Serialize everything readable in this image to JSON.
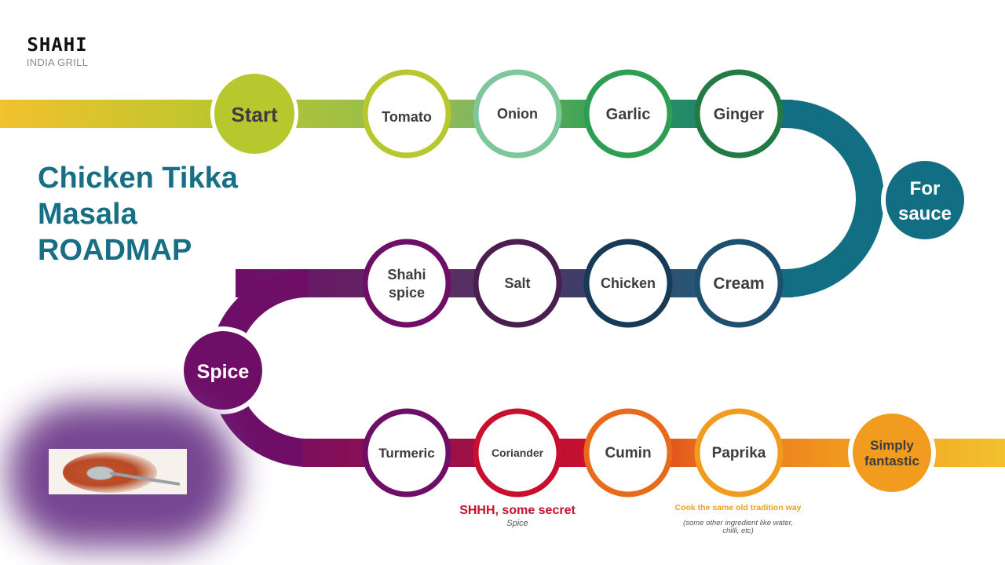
{
  "logo": {
    "name": "SHAHI",
    "tagline": "INDIA GRILL"
  },
  "title": {
    "line1": "Chicken Tikka",
    "line2": "Masala",
    "line3": "ROADMAP"
  },
  "nodes": {
    "start": "Start",
    "tomato": "Tomato",
    "onion": "Onion",
    "garlic": "Garlic",
    "ginger": "Ginger",
    "for_sauce_1": "For",
    "for_sauce_2": "sauce",
    "cream": "Cream",
    "chicken": "Chicken",
    "salt": "Salt",
    "shahi_spice_1": "Shahi",
    "shahi_spice_2": "spice",
    "spice": "Spice",
    "turmeric": "Turmeric",
    "coriander": "Coriander",
    "cumin": "Cumin",
    "paprika": "Paprika",
    "simply_1": "Simply",
    "simply_2": "fantastic"
  },
  "notes": {
    "secret_title": "SHHH, some secret",
    "secret_sub": "Spice",
    "tradition_title": "Cook the same old tradition way",
    "tradition_sub_1": "(some other ingredient like water,",
    "tradition_sub_2": "chilli, etc)"
  },
  "colors": {
    "yellow": "#f2c12e",
    "lime": "#b7c72e",
    "light_green": "#7ec79a",
    "green": "#2f9e55",
    "dark_green": "#237a45",
    "teal": "#126e82",
    "navy": "#1e4f6e",
    "dark_navy": "#173a56",
    "plum": "#4a1f4f",
    "purple": "#6f0e67",
    "red": "#c8102e",
    "orange": "#e86a1c",
    "amber": "#f29c1f",
    "title": "#176f86"
  }
}
